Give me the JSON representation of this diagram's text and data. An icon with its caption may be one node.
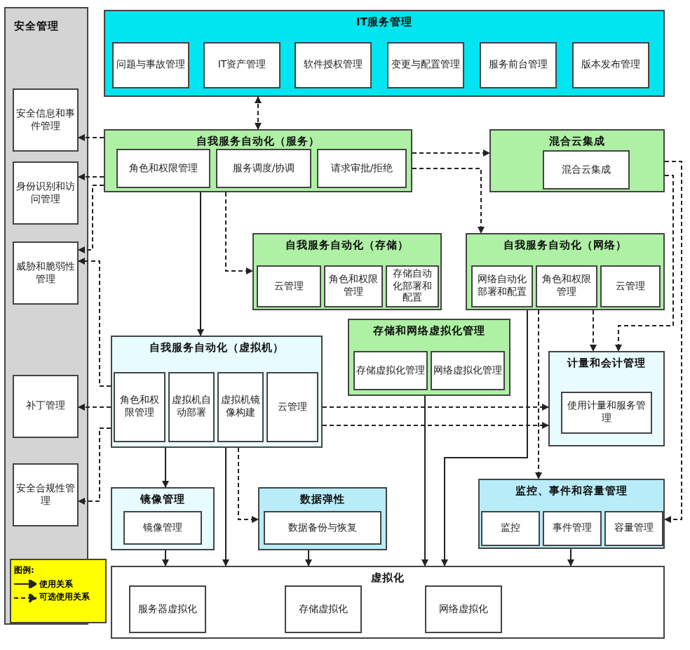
{
  "diagram": {
    "nodes": [
      {
        "text": [
          "安全管理"
        ]
      },
      {
        "text": [
          "安全信息和事件管理"
        ],
        "in": 0
      },
      {
        "text": [
          "身份识别和访问管理"
        ],
        "in": 0
      },
      {
        "text": [
          "威胁和脆弱性管理"
        ],
        "in": 0
      },
      {
        "text": [
          "补丁管理"
        ],
        "in": 0
      },
      {
        "text": [
          "安全合规性管理"
        ],
        "in": 0
      },
      {
        "text": [
          "IT服务管理"
        ]
      },
      {
        "text": [
          "问题与事故管理"
        ],
        "in": 6
      },
      {
        "text": [
          "IT资产管理"
        ],
        "in": 6
      },
      {
        "text": [
          "软件授权管理"
        ],
        "in": 6
      },
      {
        "text": [
          "变更与配置管理"
        ],
        "in": 6
      },
      {
        "text": [
          "服务前台管理"
        ],
        "in": 6
      },
      {
        "text": [
          "版本发布管理"
        ],
        "in": 6
      },
      {
        "text": [
          "自我服务自动化（服务）"
        ]
      },
      {
        "text": [
          "角色和权限管理"
        ],
        "in": 13
      },
      {
        "text": [
          "服务调度/协调"
        ],
        "in": 13
      },
      {
        "text": [
          "请求审批/拒绝"
        ],
        "in": 13
      },
      {
        "text": [
          "混合云集成"
        ]
      },
      {
        "text": [
          "混合云集成"
        ],
        "in": 17
      },
      {
        "text": [
          "自我服务自动化（存储）"
        ]
      },
      {
        "text": [
          "云管理"
        ],
        "in": 19
      },
      {
        "text": [
          "角色和权限管理"
        ],
        "in": 19
      },
      {
        "text": [
          "存储自动化部署和配置"
        ],
        "in": 19
      },
      {
        "text": [
          "自我服务自动化（网络）"
        ]
      },
      {
        "text": [
          "网络自动化部署和配置"
        ],
        "in": 23
      },
      {
        "text": [
          "角色和权限管理"
        ],
        "in": 23
      },
      {
        "text": [
          "云管理"
        ],
        "in": 23
      },
      {
        "text": [
          "自我服务自动化（虚拟机）"
        ]
      },
      {
        "text": [
          "角色和权限管理"
        ],
        "in": 27
      },
      {
        "text": [
          "虚拟机自动部署"
        ],
        "in": 27
      },
      {
        "text": [
          "虚拟机镜像构建"
        ],
        "in": 27
      },
      {
        "text": [
          "云管理"
        ],
        "in": 27
      },
      {
        "text": [
          "存储和网络虚拟化管理"
        ]
      },
      {
        "text": [
          "存储虚拟化管理"
        ],
        "in": 32
      },
      {
        "text": [
          "网络虚拟化管理"
        ],
        "in": 32
      },
      {
        "text": [
          "计量和会计管理"
        ]
      },
      {
        "text": [
          "使用计量和服务管理"
        ],
        "in": 35
      },
      {
        "text": [
          "镜像管理"
        ]
      },
      {
        "text": [
          "镜像管理"
        ],
        "in": 37
      },
      {
        "text": [
          "数据弹性"
        ]
      },
      {
        "text": [
          "数据备份与恢复"
        ],
        "in": 39
      },
      {
        "text": [
          "监控、事件和容量管理"
        ]
      },
      {
        "text": [
          "监控"
        ],
        "in": 41
      },
      {
        "text": [
          "事件管理"
        ],
        "in": 41
      },
      {
        "text": [
          "容量管理"
        ],
        "in": 41
      },
      {
        "text": [
          "虚拟化"
        ]
      },
      {
        "text": [
          "服务器虚拟化"
        ],
        "in": 45
      },
      {
        "text": [
          "存储虚拟化"
        ],
        "in": 45
      },
      {
        "text": [
          "网络虚拟化"
        ],
        "in": 45
      }
    ],
    "edges": [
      {
        "from": 6,
        "to": 13,
        "arrow": "both",
        "style": "dashed"
      },
      {
        "from": 13,
        "to": 1,
        "arrow": "to",
        "style": "dashed"
      },
      {
        "from": 13,
        "to": 2,
        "arrow": "to",
        "style": "dashed"
      },
      {
        "from": 13,
        "to": 3,
        "arrow": "to",
        "style": "dashed"
      },
      {
        "from": 27,
        "to": 3,
        "arrow": "to",
        "style": "dashed"
      },
      {
        "from": 27,
        "to": 4,
        "arrow": "to",
        "style": "dashed"
      },
      {
        "from": 27,
        "to": 5,
        "arrow": "to",
        "style": "dashed"
      },
      {
        "from": 13,
        "to": 27,
        "arrow": "to"
      },
      {
        "from": 13,
        "to": 19,
        "arrow": "to",
        "style": "dashed"
      },
      {
        "from": 13,
        "to": 17,
        "arrow": "to",
        "style": "dashed"
      },
      {
        "from": 13,
        "to": 23,
        "arrow": "to",
        "style": "dashed"
      },
      {
        "from": 17,
        "to": 41,
        "arrow": "to",
        "style": "dashed"
      },
      {
        "from": 17,
        "to": 35,
        "arrow": "to",
        "style": "dashed"
      },
      {
        "from": 23,
        "to": 35,
        "arrow": "to",
        "style": "dashed"
      },
      {
        "from": 27,
        "to": 35,
        "arrow": "to",
        "style": "dashed"
      },
      {
        "from": 27,
        "to": 35,
        "arrow": "to",
        "style": "dashed"
      },
      {
        "from": 23,
        "to": 41,
        "arrow": "to",
        "style": "dashed"
      },
      {
        "from": 27,
        "to": 37,
        "arrow": "to"
      },
      {
        "from": 27,
        "to": 45,
        "arrow": "to"
      },
      {
        "from": 27,
        "to": 39,
        "arrow": "to",
        "style": "dashed"
      },
      {
        "from": 37,
        "to": 45,
        "arrow": "to"
      },
      {
        "from": 39,
        "to": 45,
        "arrow": "to"
      },
      {
        "from": 32,
        "to": 45,
        "arrow": "to"
      },
      {
        "from": 23,
        "to": 45,
        "arrow": "to"
      },
      {
        "from": 41,
        "to": 45,
        "arrow": "to"
      }
    ],
    "labels": [
      "图例:"
    ],
    "legend": [
      {
        "text": "使用关系"
      },
      {
        "text": "可选使用关系"
      }
    ]
  }
}
